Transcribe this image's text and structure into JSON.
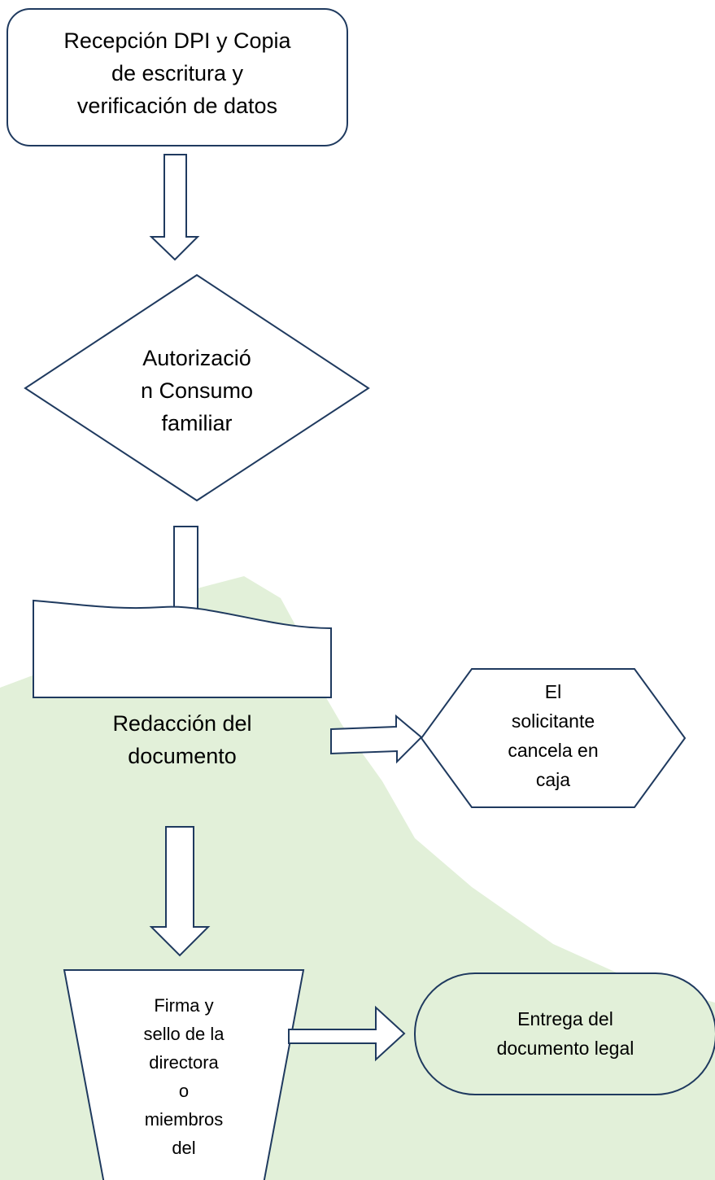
{
  "colors": {
    "stroke": "#1f3a5f",
    "background_shape": "#e2f0d9",
    "shape_fill": "#ffffff",
    "end_fill": "#e2f0d9"
  },
  "nodes": {
    "reception": {
      "shape": "rounded-rectangle",
      "lines": [
        "Recepción DPI y Copia",
        "de escritura y",
        "verificación de datos"
      ]
    },
    "authorization": {
      "shape": "diamond",
      "lines": [
        "Autorizació",
        "n Consumo",
        "familiar"
      ]
    },
    "drafting": {
      "shape": "document",
      "lines": [
        "Redacción del",
        "documento"
      ]
    },
    "payment": {
      "shape": "hexagon",
      "lines": [
        "El",
        "solicitante",
        "cancela en",
        "caja"
      ]
    },
    "signature": {
      "shape": "trapezoid",
      "lines": [
        "Firma y",
        "sello de la",
        "directora",
        "o",
        "miembros",
        "del"
      ]
    },
    "delivery": {
      "shape": "stadium",
      "lines": [
        "Entrega del",
        "documento legal"
      ]
    }
  },
  "edges": [
    {
      "from": "reception",
      "to": "authorization",
      "direction": "down"
    },
    {
      "from": "authorization",
      "to": "drafting",
      "direction": "down"
    },
    {
      "from": "drafting",
      "to": "payment",
      "direction": "right"
    },
    {
      "from": "drafting",
      "to": "signature",
      "direction": "down"
    },
    {
      "from": "signature",
      "to": "delivery",
      "direction": "right"
    }
  ]
}
